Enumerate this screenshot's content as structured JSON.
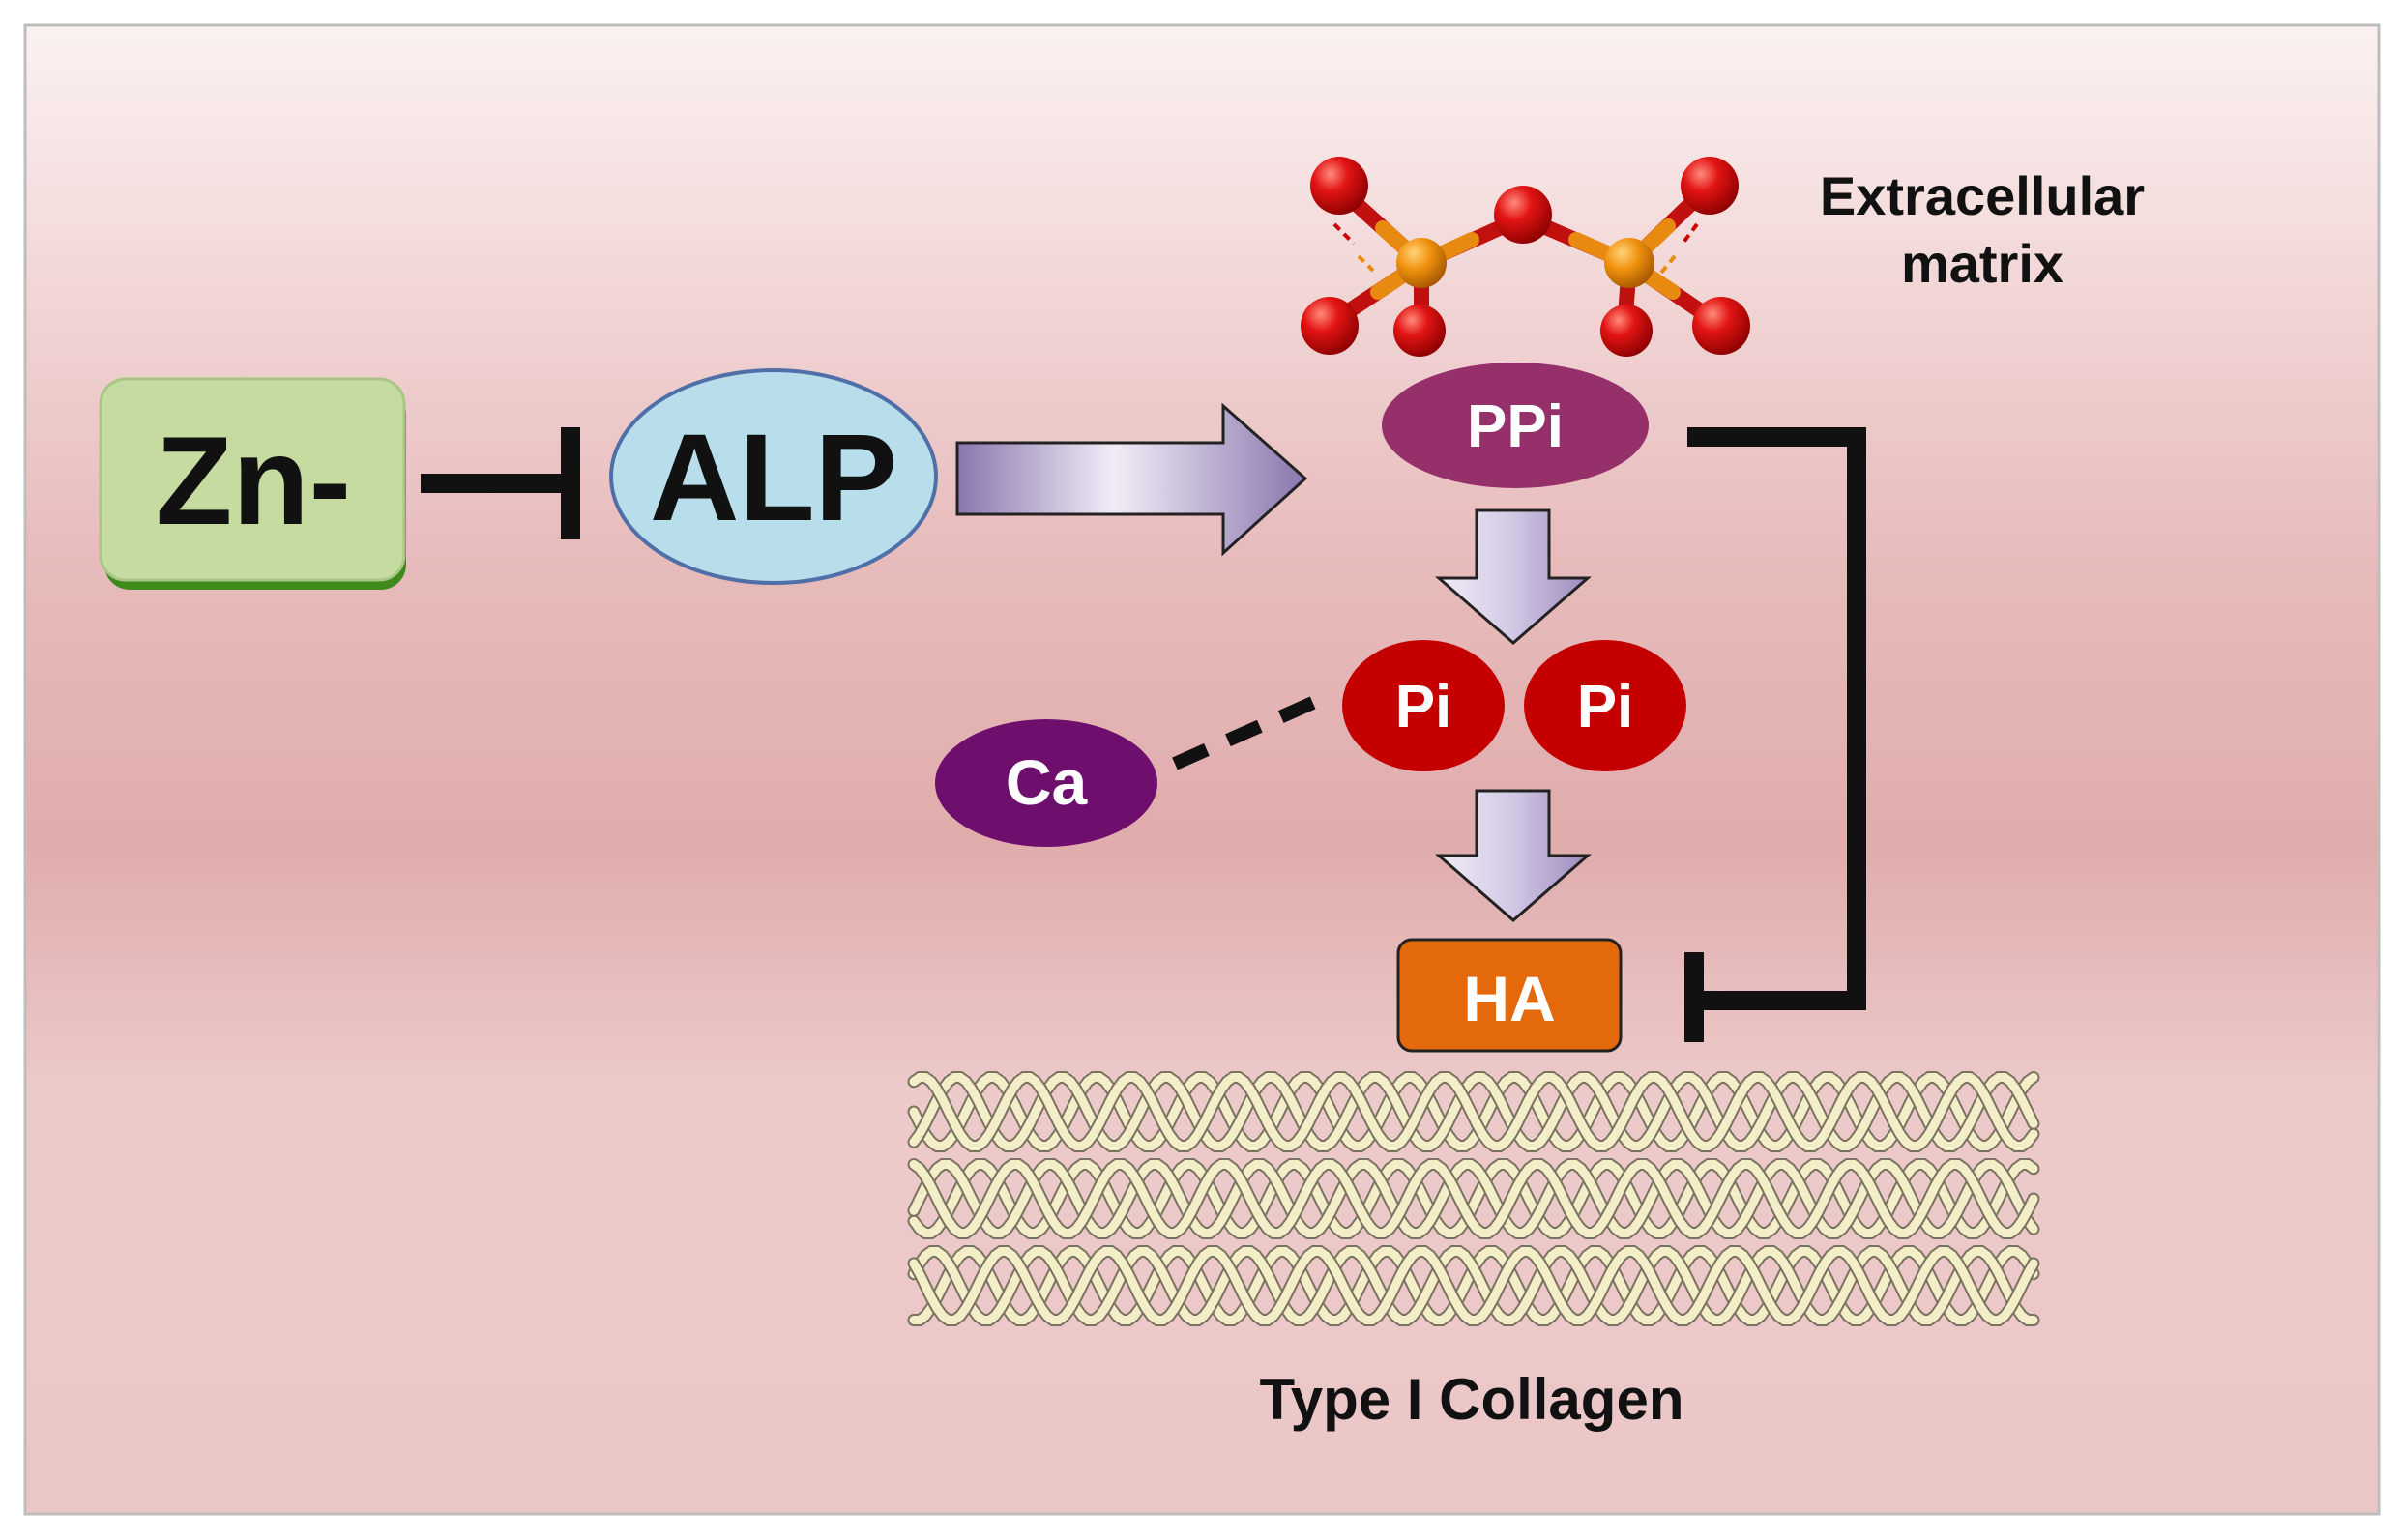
{
  "nodes": {
    "zn": {
      "label": "Zn-",
      "fill": "#c5dba0",
      "shadow": "#3c8a1e"
    },
    "alp": {
      "label": "ALP",
      "fill": "#b7deea"
    },
    "ppi": {
      "label": "PPi",
      "fill": "#96306a"
    },
    "pi_left": {
      "label": "Pi",
      "fill": "#c40000"
    },
    "pi_right": {
      "label": "Pi",
      "fill": "#c40000"
    },
    "ca": {
      "label": "Ca",
      "fill": "#6e0f6e"
    },
    "ha": {
      "label": "HA",
      "fill": "#e3690c"
    }
  },
  "labels": {
    "extracellular_line1": "Extracellular",
    "extracellular_line2": "matrix",
    "collagen": "Type I Collagen"
  },
  "colors": {
    "background_top": "#fbf1f1",
    "background_mid": "#e2aeae",
    "background_bottom": "#ecc8c8",
    "arrow_fill_light": "#eeeaf6",
    "arrow_fill_dark": "#8b78b0",
    "inhibition_line": "#000000",
    "collagen_strand": "#f3edc8",
    "phosphorus_atom": "#e88a10",
    "oxygen_atom": "#d81010"
  },
  "edges": [
    {
      "from": "zn",
      "to": "alp",
      "type": "inhibits"
    },
    {
      "from": "alp",
      "to": "ppi",
      "type": "activates"
    },
    {
      "from": "ppi",
      "to": "pi",
      "type": "converts"
    },
    {
      "from": "pi",
      "to": "ha",
      "type": "converts"
    },
    {
      "from": "ca",
      "to": "pi",
      "type": "associates"
    },
    {
      "from": "ppi",
      "to": "ha",
      "type": "inhibits"
    }
  ]
}
